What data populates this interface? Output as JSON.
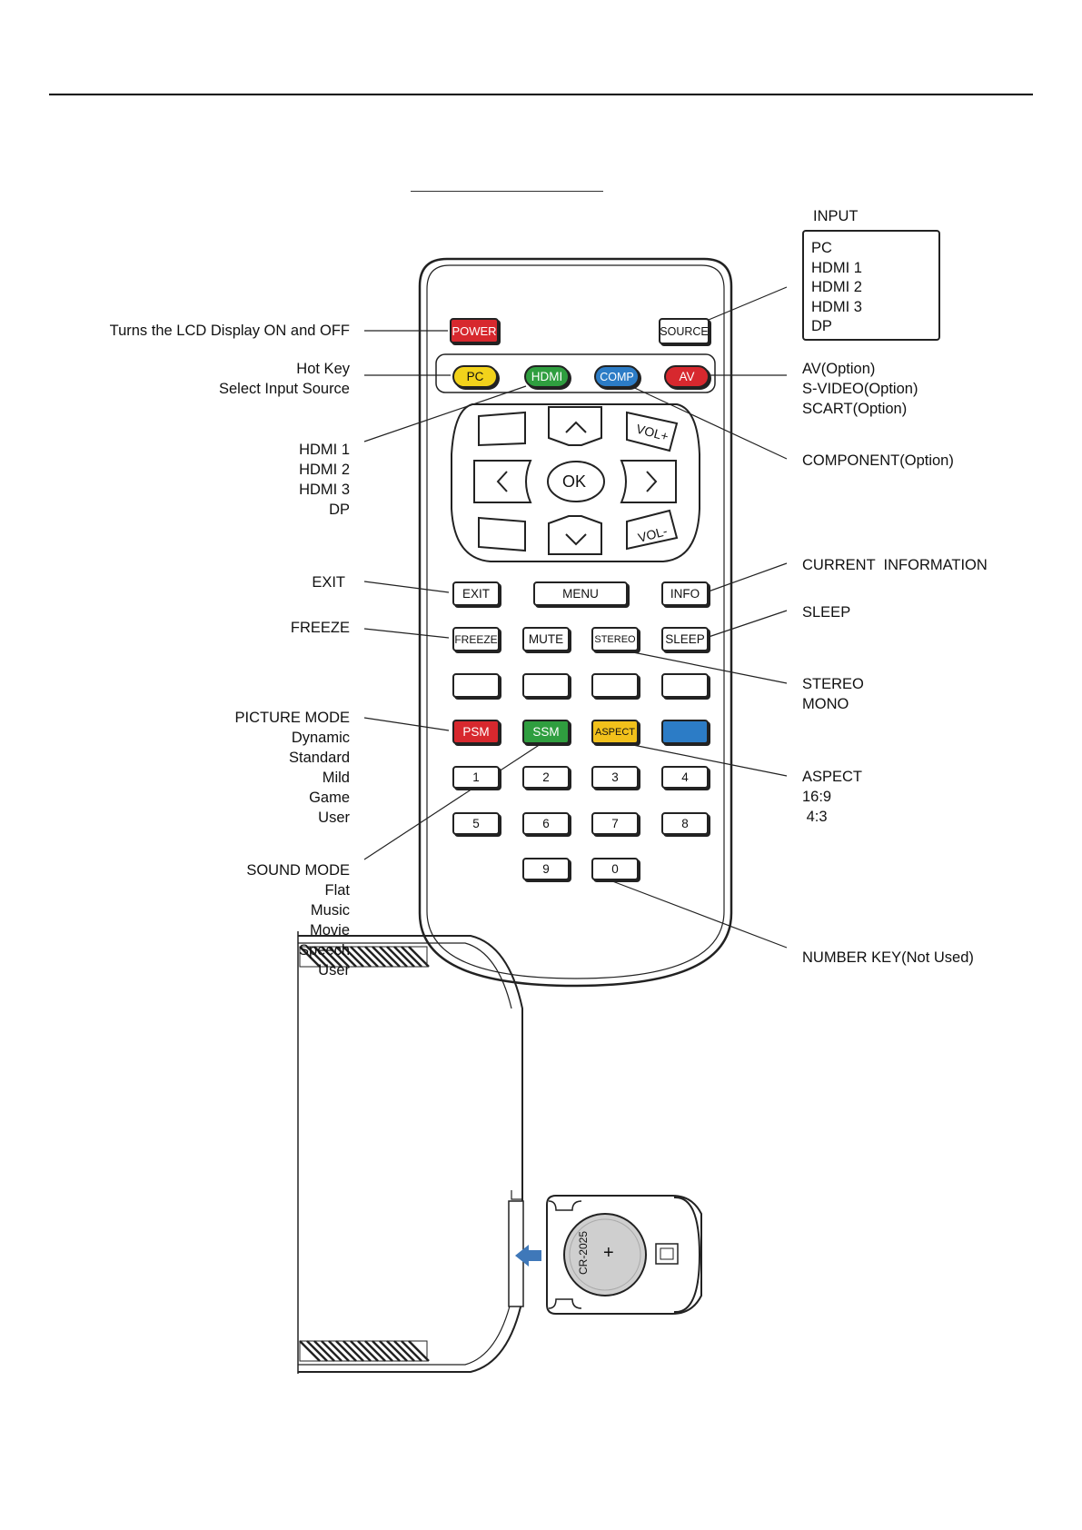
{
  "labels": {
    "power": "Turns the LCD Display ON and OFF",
    "hotkey": [
      "Hot Key",
      "Select Input Source"
    ],
    "hdmi_list": [
      "HDMI 1",
      "HDMI 2",
      "HDMI 3",
      "DP"
    ],
    "exit": "EXIT",
    "freeze": "FREEZE",
    "picture_mode": [
      "PICTURE MODE",
      "Dynamic",
      "Standard",
      "Mild",
      "Game",
      "User"
    ],
    "sound_mode": [
      "SOUND MODE",
      "Flat",
      "Music",
      "Movie",
      "Speech",
      "User"
    ],
    "input_title": "INPUT",
    "input_list": [
      "PC",
      "HDMI 1",
      "HDMI 2",
      "HDMI 3",
      "DP"
    ],
    "av_list": [
      "AV(Option)",
      "S-VIDEO(Option)",
      "SCART(Option)"
    ],
    "component": "COMPONENT(Option)",
    "current_info": "CURRENT  INFORMATION",
    "sleep": "SLEEP",
    "stereo": [
      "STEREO",
      "MONO"
    ],
    "aspect": [
      "ASPECT",
      "16:9",
      " 4:3"
    ],
    "number_key": "NUMBER KEY(Not Used)"
  },
  "buttons": {
    "power": "POWER",
    "source": "SOURCE",
    "pc": "PC",
    "hdmi": "HDMI",
    "comp": "COMP",
    "av": "AV",
    "vol_plus": "VOL+",
    "vol_minus": "VOL-",
    "ok": "OK",
    "exit": "EXIT",
    "menu": "MENU",
    "info": "INFO",
    "freeze": "FREEZE",
    "mute": "MUTE",
    "stereo": "STEREO",
    "sleep": "SLEEP",
    "psm": "PSM",
    "ssm": "SSM",
    "aspect": "ASPECT",
    "n1": "1",
    "n2": "2",
    "n3": "3",
    "n4": "4",
    "n5": "5",
    "n6": "6",
    "n7": "7",
    "n8": "8",
    "n9": "9",
    "n0": "0"
  },
  "battery": {
    "label": "CR-2025",
    "plus": "+"
  },
  "colors": {
    "red": "#d7282e",
    "yellow": "#f2d21b",
    "green": "#2f9e3f",
    "blue": "#2c7cc6",
    "aspect_yellow": "#f2c11b",
    "battery_grey": "#cfcfcf",
    "arrow_blue": "#3f78b9"
  }
}
